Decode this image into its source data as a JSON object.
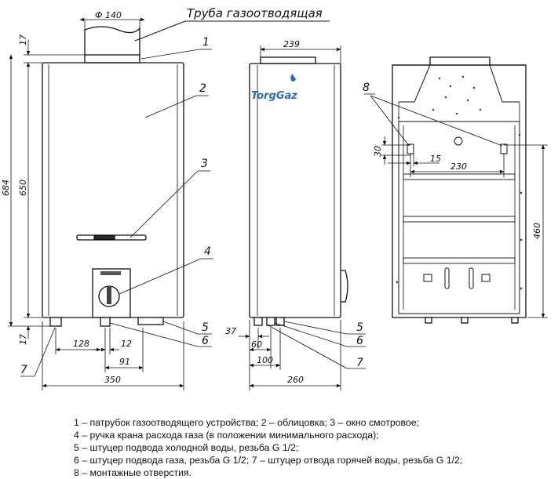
{
  "drawing": {
    "title": "Труба газоотводящая",
    "brand": "TorgGaz",
    "front": {
      "pipe_diameter": "Ф 140",
      "top_offset": "17",
      "height_total": "684",
      "height_body": "650",
      "bottom_offset": "17",
      "dim_128": "128",
      "dim_12": "12",
      "dim_91": "91",
      "width": "350"
    },
    "side": {
      "depth_top": "239",
      "dim_37": "37",
      "dim_60": "60",
      "dim_100": "100",
      "depth": "260"
    },
    "back": {
      "dim_30": "30",
      "dim_15": "15",
      "dim_230": "230",
      "dim_460": "460"
    },
    "callouts": {
      "c1": "1",
      "c2": "2",
      "c3": "3",
      "c4": "4",
      "c5": "5",
      "c6": "6",
      "c7": "7",
      "c5b": "5",
      "c6b": "6",
      "c7b": "7",
      "c8": "8"
    }
  },
  "legend": {
    "line1": "1 – патрубок газоотводящего устройства;  2 – облицовка;  3 – окно смотровое;",
    "line2": "4 – ручка крана расхода газа (в положении минимального расхода);",
    "line3": "5 – штуцер подвода холодной воды, резьба G 1/2;",
    "line4": "6 – штуцер подвода газа, резьба G 1/2; 7 – штуцер отвода горячей воды, резьба G 1/2;",
    "line5": "8 – монтажные отверстия."
  }
}
